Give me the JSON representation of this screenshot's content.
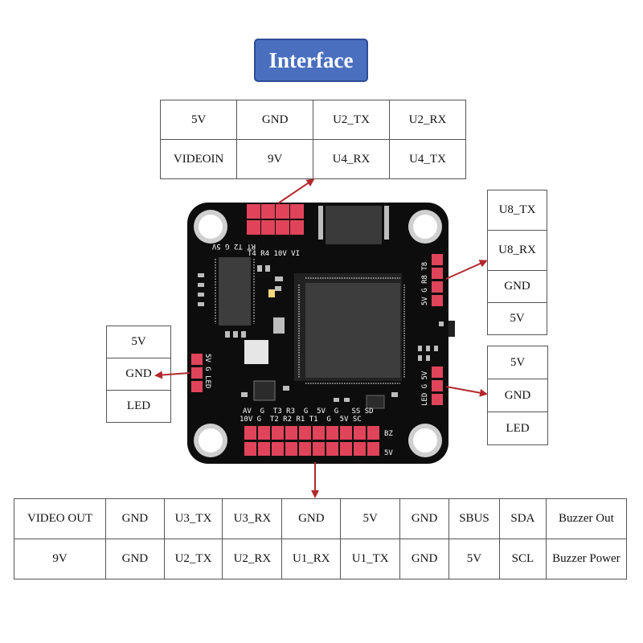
{
  "title": "Interface",
  "top_table": {
    "rows": [
      [
        "5V",
        "GND",
        "U2_TX",
        "U2_RX"
      ],
      [
        "VIDEOIN",
        "9V",
        "U4_RX",
        "U4_TX"
      ]
    ]
  },
  "left_table": {
    "rows": [
      "5V",
      "GND",
      "LED"
    ]
  },
  "right_upper_table": {
    "rows": [
      "U8_TX",
      "U8_RX",
      "GND",
      "5V"
    ]
  },
  "right_lower_table": {
    "rows": [
      "5V",
      "GND",
      "LED"
    ]
  },
  "bottom_table": {
    "rows": [
      [
        "VIDEO OUT",
        "GND",
        "U3_TX",
        "U3_RX",
        "GND",
        "5V",
        "GND",
        "SBUS",
        "SDA",
        "Buzzer Out"
      ],
      [
        "9V",
        "GND",
        "U2_TX",
        "U2_RX",
        "U1_RX",
        "U1_TX",
        "GND",
        "5V",
        "SCL",
        "Buzzer Power"
      ]
    ]
  },
  "board": {
    "silk_top": "RT T2 G 5V",
    "silk_top2": "T4 R4 10V VI",
    "silk_right": "5V G R8 T8",
    "silk_left": "5V G LED",
    "silk_right2": "LED G 5V",
    "silk_bottom1": "AV  G  T3 R3  G  5V  G   SS SD",
    "silk_bottom2": "10V G  T2 R2 R1 T1  G  5V SC",
    "silk_bz": "BZ",
    "silk_5v": "5V"
  },
  "colors": {
    "title_bg": "#4a6fbf",
    "board": "#0e0d0e",
    "pad": "#e0445a",
    "arrow": "#b3282d"
  }
}
